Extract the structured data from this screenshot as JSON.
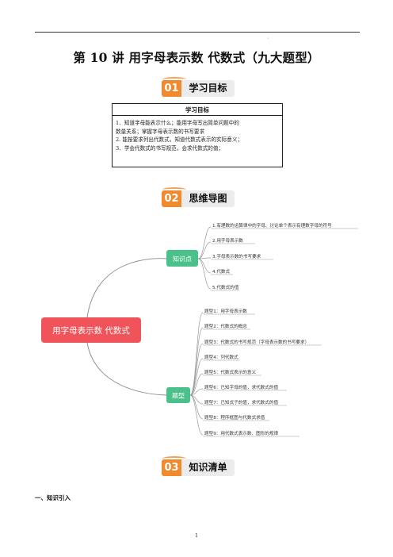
{
  "header": {
    "mark": "'"
  },
  "title": "第 10 讲  用字母表示数  代数式（九大题型）",
  "sections": [
    {
      "num": "01",
      "label": "学习目标"
    },
    {
      "num": "02",
      "label": "思维导图"
    },
    {
      "num": "03",
      "label": "知识清单"
    }
  ],
  "goals": {
    "heading": "学习目标",
    "lines": [
      "1、知道字母能表示什么；能用字母写出简单问题中的",
      "数量关系；掌握字母表示数的书写要求",
      "2. 能按要求列出代数式，知道代数式表示的实际意义；",
      "3、学会代数式的书写规范，会求代数式的值；"
    ]
  },
  "mindmap": {
    "root": "用字母表示数 代数式",
    "branches": [
      {
        "label": "知识点",
        "items": [
          "1.有理数的运算律中的字母、讨论单个表示有理数字母的符号",
          "2.用字母表示数",
          "3.字母表示数的书写要求",
          "4.代数式",
          "5.代数式的值"
        ]
      },
      {
        "label": "题型",
        "items": [
          "题型1：用字母表示数",
          "题型2：代数式的概念",
          "题型3：代数式的书写规范（字母表示数的书写要求）",
          "题型4：列代数式",
          "题型5：代数式表示的意义",
          "题型6：已知字母的值，求代数式的值",
          "题型7：已知式子的值，求代数式的值",
          "题型8：程序框图与代数式求值",
          "题型9：用代数式表示数、图形的规律"
        ]
      }
    ],
    "colors": {
      "root": "#f0545a",
      "branch": "#4cc08a",
      "line": "#8a8a8a"
    }
  },
  "subheading": "一、知识引入",
  "page_number": "1"
}
